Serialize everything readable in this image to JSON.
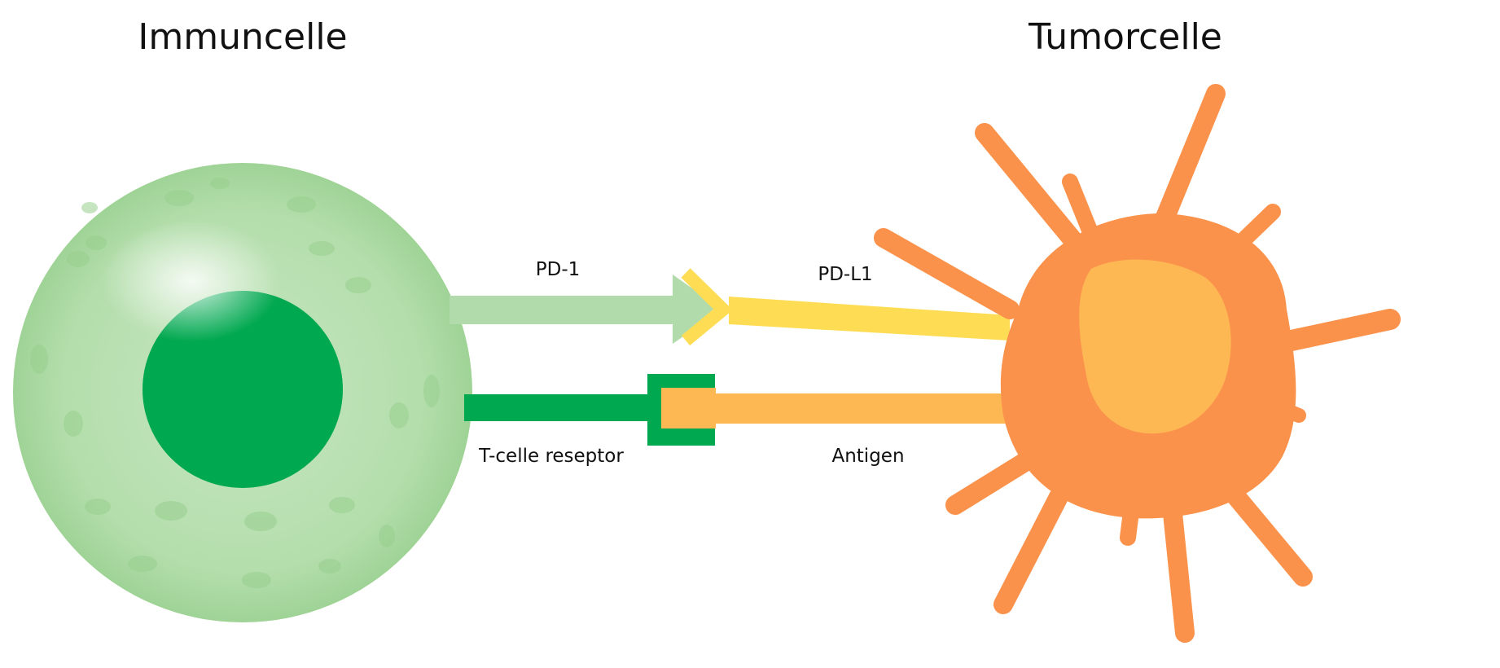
{
  "titles": {
    "immune_cell": "Immuncelle",
    "tumor_cell": "Tumorcelle"
  },
  "labels": {
    "pd1": "PD-1",
    "pdl1": "PD-L1",
    "tcr": "T-celle reseptor",
    "antigen": "Antigen"
  },
  "colors": {
    "immune_cell_body": "#a8d8a0",
    "immune_nucleus": "#00a84f",
    "pd1_receptor": "#b2dbab",
    "tcr_receptor": "#00a84f",
    "pdl1_ligand": "#fedd55",
    "antigen": "#fdb854",
    "tumor_cell_body": "#fb924b",
    "tumor_nucleus": "#fdb854"
  }
}
